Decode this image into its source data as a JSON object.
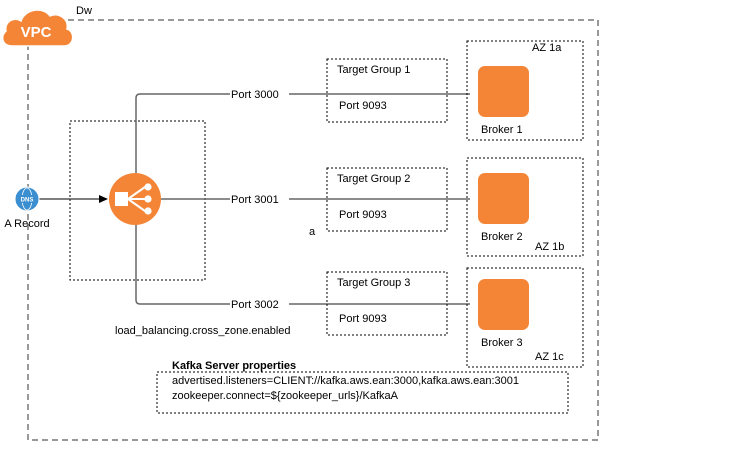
{
  "vpc": {
    "badge_label": "VPC",
    "name": "Dw",
    "colors": {
      "badge": "#f58536",
      "badge_border": "#ffffff"
    }
  },
  "dns": {
    "icon_label": "DNS",
    "label": "A Record",
    "colors": {
      "fill": "#3b8fd0"
    }
  },
  "load_balancer": {
    "icon": "elastic-load-balancer-icon",
    "setting": "load_balancing.cross_zone.enabled",
    "colors": {
      "fill": "#f58536"
    }
  },
  "listeners": [
    {
      "port": "Port 3000"
    },
    {
      "port": "Port 3001"
    },
    {
      "port": "Port 3002"
    }
  ],
  "target_groups": [
    {
      "title": "Target Group 1",
      "port": "Port 9093"
    },
    {
      "title": "Target Group 2",
      "port": "Port 9093"
    },
    {
      "title": "Target Group 3",
      "port": "Port 9093"
    }
  ],
  "stray_label": "a",
  "availability_zones": [
    {
      "az": "AZ 1a",
      "broker": "Broker 1"
    },
    {
      "az": "AZ 1b",
      "broker": "Broker 2"
    },
    {
      "az": "AZ 1c",
      "broker": "Broker 3"
    }
  ],
  "broker_color": "#f58536",
  "kafka_properties": {
    "title": "Kafka Server properties",
    "lines": [
      "advertised.listeners=CLIENT://kafka.aws.ean:3000,kafka.aws.ean:3001",
      "zookeeper.connect=${zookeeper_urls}/KafkaA"
    ]
  }
}
